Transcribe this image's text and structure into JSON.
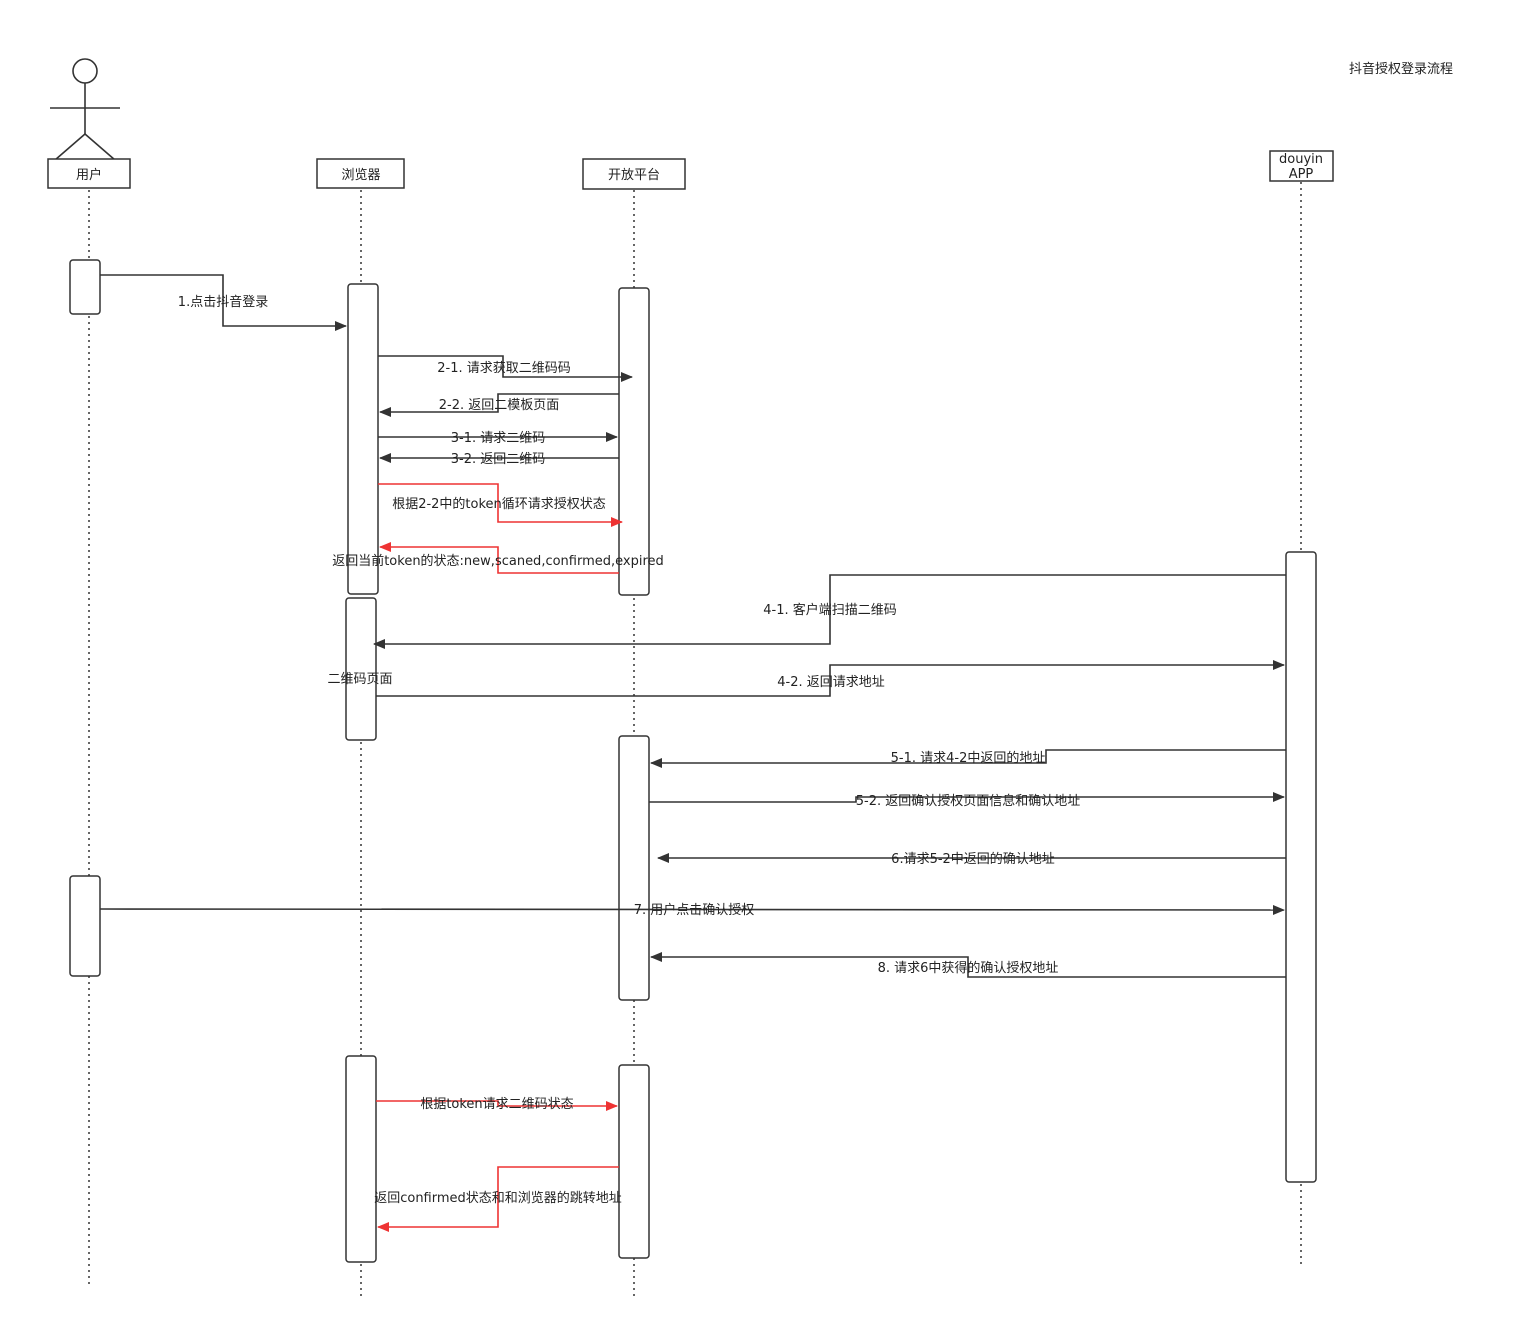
{
  "title": "抖音授权登录流程",
  "participants": {
    "user": "用户",
    "browser": "浏览器",
    "platform": "开放平台",
    "app_line1": "douyin",
    "app_line2": "APP"
  },
  "messages": {
    "m1": "1.点击抖音登录",
    "m2_1": "2-1. 请求获取二维码码",
    "m2_2": "2-2. 返回二模板页面",
    "m3_1": "3-1. 请求二维码",
    "m3_2": "3-2. 返回二维码",
    "loop_req": "根据2-2中的token循环请求授权状态",
    "loop_resp": "返回当前token的状态:new,scaned,confirmed,expired",
    "m4_1": "4-1. 客户端扫描二维码",
    "qr_page": "二维码页面",
    "m4_2": "4-2. 返回请求地址",
    "m5_1": "5-1. 请求4-2中返回的地址",
    "m5_2": "5-2. 返回确认授权页面信息和确认地址",
    "m6": "6.请求5-2中返回的确认地址",
    "m7": "7. 用户点击确认授权",
    "m8": "8. 请求6中获得的确认授权地址",
    "final_req": "根据token请求二维码状态",
    "final_resp": "返回confirmed状态和和浏览器的跳转地址"
  },
  "colors": {
    "line": "#333333",
    "highlight": "#ee3333",
    "box_border": "#333333",
    "text": "#222222"
  }
}
